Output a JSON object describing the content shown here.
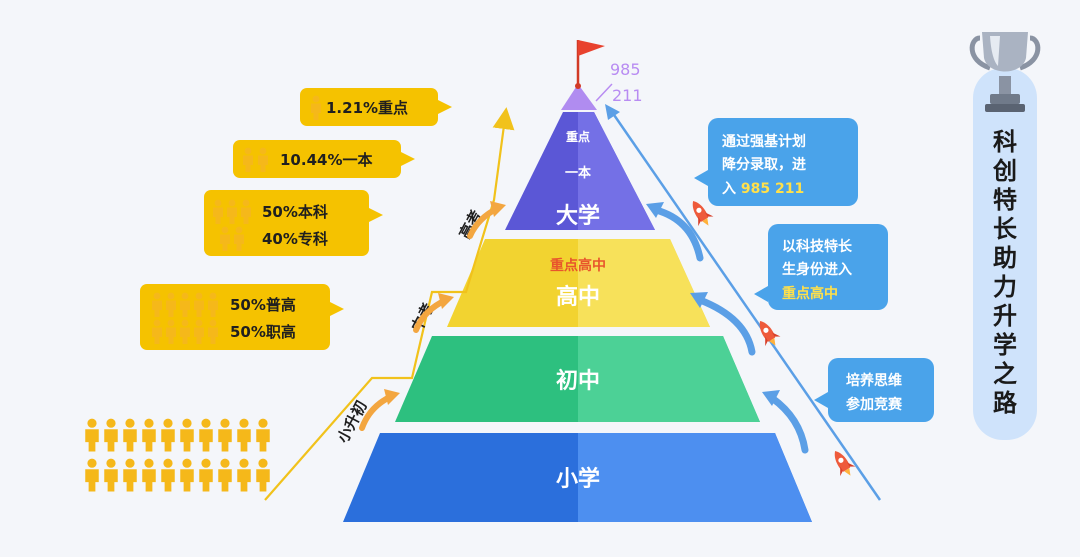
{
  "pyramid": {
    "tiers": [
      {
        "label": "小学",
        "color": "#2b6fdc",
        "shade": "#4d8ff0"
      },
      {
        "label": "初中",
        "color": "#2dc07f",
        "shade": "#4cd196"
      },
      {
        "label": "高中",
        "top_label": "重点高中",
        "color": "#f2d330",
        "shade": "#f7e15a"
      },
      {
        "label": "大学",
        "top_label_1": "重点",
        "top_label_2": "一本",
        "color": "#5b57d6",
        "shade": "#7470e6"
      }
    ],
    "apex": {
      "color": "#b08cf0",
      "label_1": "985",
      "label_2": "211",
      "label_color": "#b88cf2"
    },
    "flag_color": "#e8422e"
  },
  "stages": [
    "小升初",
    "中考",
    "高考"
  ],
  "stats": [
    {
      "id": "key",
      "text": "1.21%重点"
    },
    {
      "id": "tier1",
      "text": "10.44%一本"
    },
    {
      "id": "bachelor",
      "line1": "50%本科",
      "line2": "40%专科"
    },
    {
      "id": "highschool",
      "line1": "50%普高",
      "line2": "50%职高"
    }
  ],
  "paths": [
    {
      "id": "top",
      "line1": "通过强基计划",
      "line2": "降分录取，进",
      "line3_prefix": "入 ",
      "line3_highlight": "985 211"
    },
    {
      "id": "mid",
      "line1": "以科技特长",
      "line2": "生身份进入",
      "line3_highlight": "重点高中"
    },
    {
      "id": "low",
      "line1": "培养思维",
      "line2": "参加竞赛"
    }
  ],
  "title": "科创特长助力升学之路",
  "colors": {
    "callout_yellow": "#f5c200",
    "blue_box": "#4aa3ea",
    "title_panel": "#cfe3fb",
    "person": "#f5b81a",
    "arrow_orange": "#f3a640",
    "arrow_blue": "#5b9fe6"
  }
}
